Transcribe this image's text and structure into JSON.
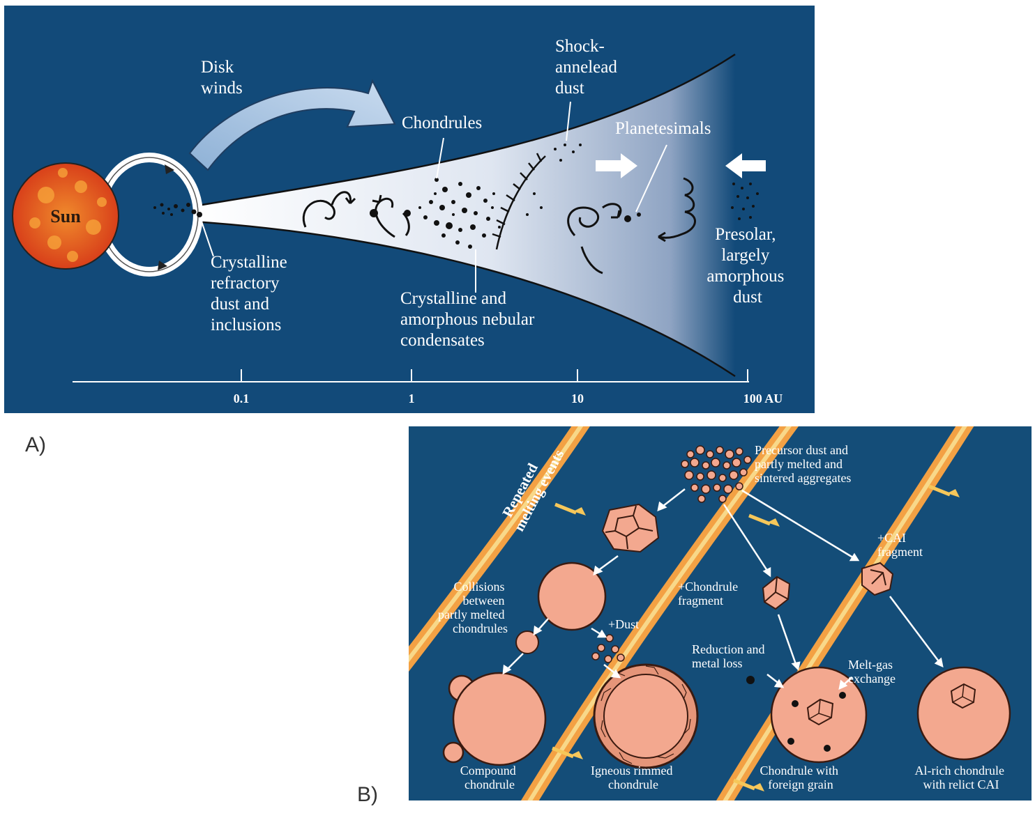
{
  "colors": {
    "panel_bg": "#124a79",
    "panel_bg_b": "#144d78",
    "disk_light": "#e2e9f3",
    "sun_core": "#e8531c",
    "sun_spot": "#f6a23a",
    "chondrule": "#f3a88f",
    "band_orange": "#f2a144",
    "band_yellow": "#f6d37e",
    "arrow_white": "#ffffff",
    "dark_ink": "#1c1c1c"
  },
  "panel_a": {
    "sun_label": "Sun",
    "disk_winds": [
      "Disk",
      "winds"
    ],
    "chondrules": "Chondrules",
    "shock": [
      "Shock-",
      "annelead",
      "dust"
    ],
    "planetesimals": "Planetesimals",
    "crystalline_refractory": [
      "Crystalline",
      "refractory",
      "dust and",
      "inclusions"
    ],
    "nebular": [
      "Crystalline and",
      "amorphous nebular",
      "condensates"
    ],
    "presolar": [
      "Presolar,",
      "largely",
      "amorphous",
      "dust"
    ],
    "axis_ticks": [
      "0.1",
      "1",
      "10",
      "100 AU"
    ]
  },
  "panel_b": {
    "repeated": [
      "Repeated",
      "melting events"
    ],
    "precursor": [
      "Precursor dust and",
      "partly melted and",
      "sintered aggregates"
    ],
    "collisions": [
      "Collisions",
      "between",
      "partly melted",
      "chondrules"
    ],
    "dust": "+Dust",
    "chondrule_fragment": [
      "+Chondrule",
      "fragment"
    ],
    "cai_fragment": [
      "+CAI",
      "fragment"
    ],
    "reduction": [
      "Reduction and",
      "metal loss"
    ],
    "melt_gas": [
      "Melt-gas",
      "exchange"
    ],
    "compound": [
      "Compound",
      "chondrule"
    ],
    "igneous": [
      "Igneous rimmed",
      "chondrule"
    ],
    "foreign": [
      "Chondrule with",
      "foreign grain"
    ],
    "al_rich": [
      "Al-rich chondrule",
      "with relict CAI"
    ]
  },
  "labels": {
    "a": "A)",
    "b": "B)"
  }
}
